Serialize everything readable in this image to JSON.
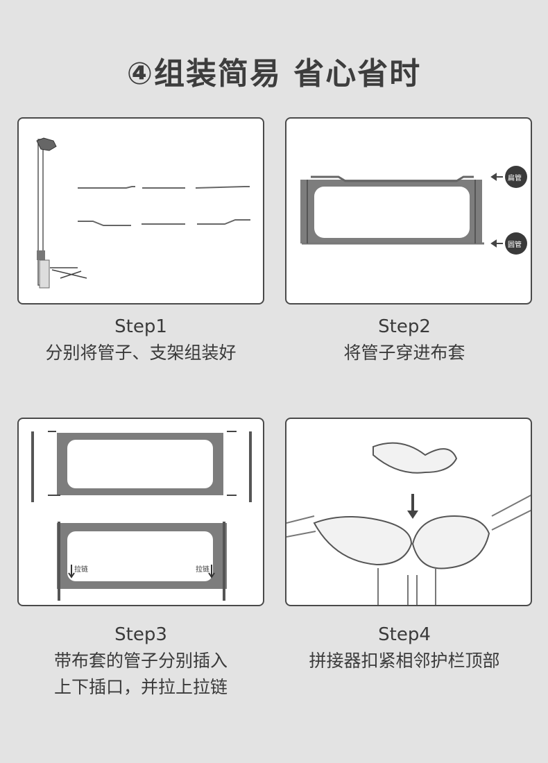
{
  "header": {
    "title": "④组装简易 省心省时"
  },
  "steps": [
    {
      "step": "Step1",
      "desc": [
        "分别将管子、支架组装好"
      ]
    },
    {
      "step": "Step2",
      "desc": [
        "将管子穿进布套"
      ],
      "labels": {
        "flat": "扁管",
        "round": "圆管"
      }
    },
    {
      "step": "Step3",
      "desc": [
        "带布套的管子分别插入",
        "上下插口，并拉上拉链"
      ],
      "labels": {
        "zip": "拉链"
      }
    },
    {
      "step": "Step4",
      "desc": [
        "拼接器扣紧相邻护栏顶部"
      ]
    }
  ],
  "colors": {
    "fabric": "#7d7d7d",
    "frame": "#4a4a4a",
    "background": "#e3e3e3"
  }
}
